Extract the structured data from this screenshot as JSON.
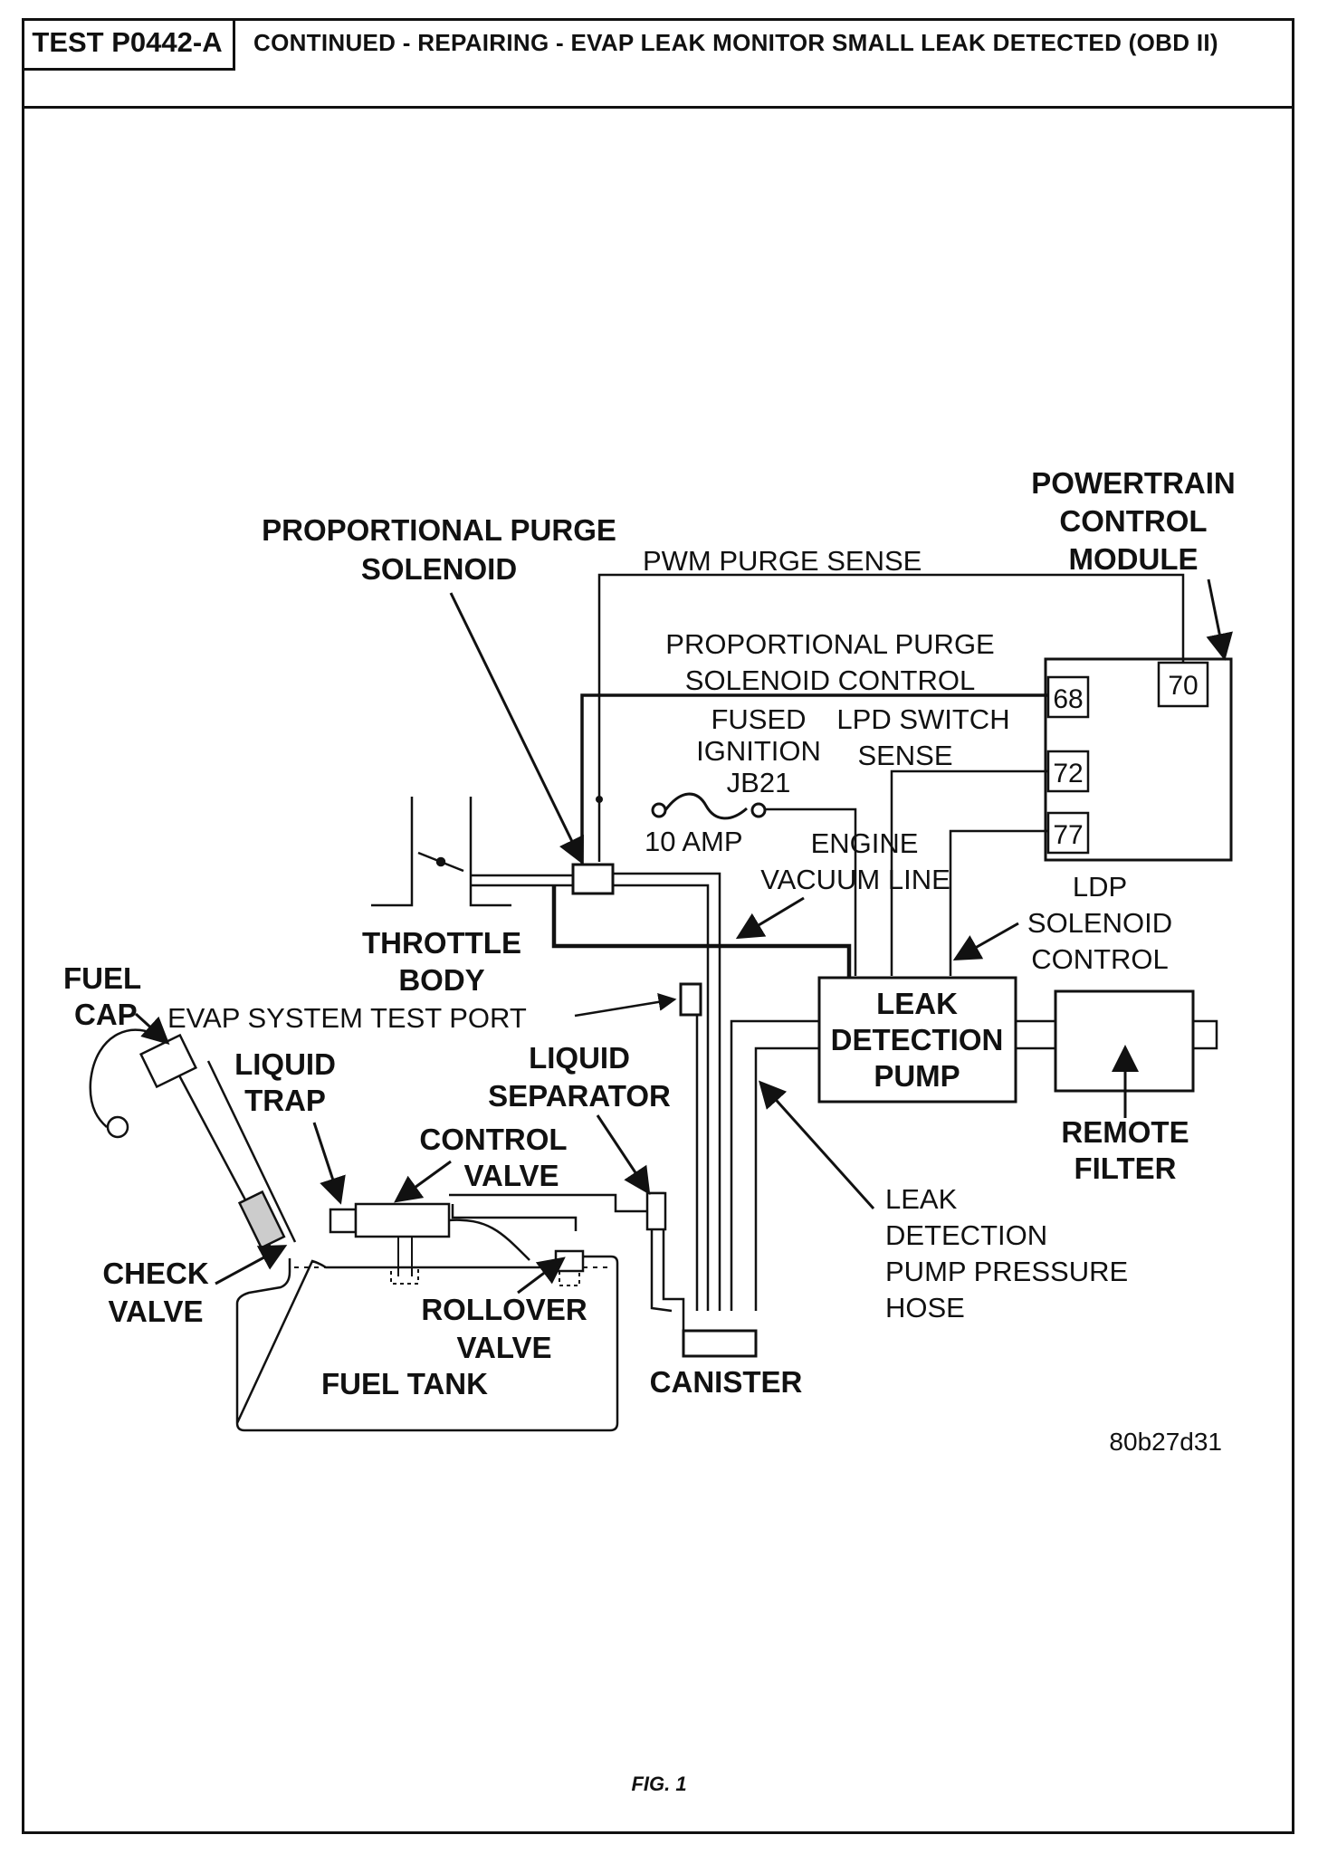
{
  "header": {
    "test_id": "TEST P0442-A",
    "title": "CONTINUED - REPAIRING - EVAP LEAK MONITOR SMALL LEAK DETECTED (OBD II)"
  },
  "diagram": {
    "labels": {
      "pcm": [
        "POWERTRAIN",
        "CONTROL",
        "MODULE"
      ],
      "purge_solenoid": [
        "PROPORTIONAL PURGE",
        "SOLENOID"
      ],
      "pwm_purge_sense": "PWM PURGE SENSE",
      "purge_solenoid_control": [
        "PROPORTIONAL PURGE",
        "SOLENOID CONTROL"
      ],
      "fused_ignition": [
        "FUSED",
        "IGNITION",
        "JB21"
      ],
      "fuse_rating": "10 AMP",
      "lpd_switch_sense": [
        "LPD SWITCH",
        "SENSE"
      ],
      "engine_vacuum_line": [
        "ENGINE",
        "VACUUM LINE"
      ],
      "ldp_solenoid_control": [
        "LDP",
        "SOLENOID",
        "CONTROL"
      ],
      "throttle_body": [
        "THROTTLE",
        "BODY"
      ],
      "fuel_cap": [
        "FUEL",
        "CAP"
      ],
      "evap_test_port": "EVAP SYSTEM TEST PORT",
      "leak_detection_pump": [
        "LEAK",
        "DETECTION",
        "PUMP"
      ],
      "remote_filter": [
        "REMOTE",
        "FILTER"
      ],
      "liquid_trap": [
        "LIQUID",
        "TRAP"
      ],
      "liquid_separator": [
        "LIQUID",
        "SEPARATOR"
      ],
      "control_valve": [
        "CONTROL",
        "VALVE"
      ],
      "ldp_pressure_hose": [
        "LEAK",
        "DETECTION",
        "PUMP PRESSURE",
        "HOSE"
      ],
      "check_valve": [
        "CHECK",
        "VALVE"
      ],
      "rollover_valve": [
        "ROLLOVER",
        "VALVE"
      ],
      "fuel_tank": "FUEL TANK",
      "canister": "CANISTER"
    },
    "pcm_pins": [
      "70",
      "68",
      "72",
      "77"
    ],
    "figure_id": "80b27d31"
  },
  "caption": "FIG. 1"
}
